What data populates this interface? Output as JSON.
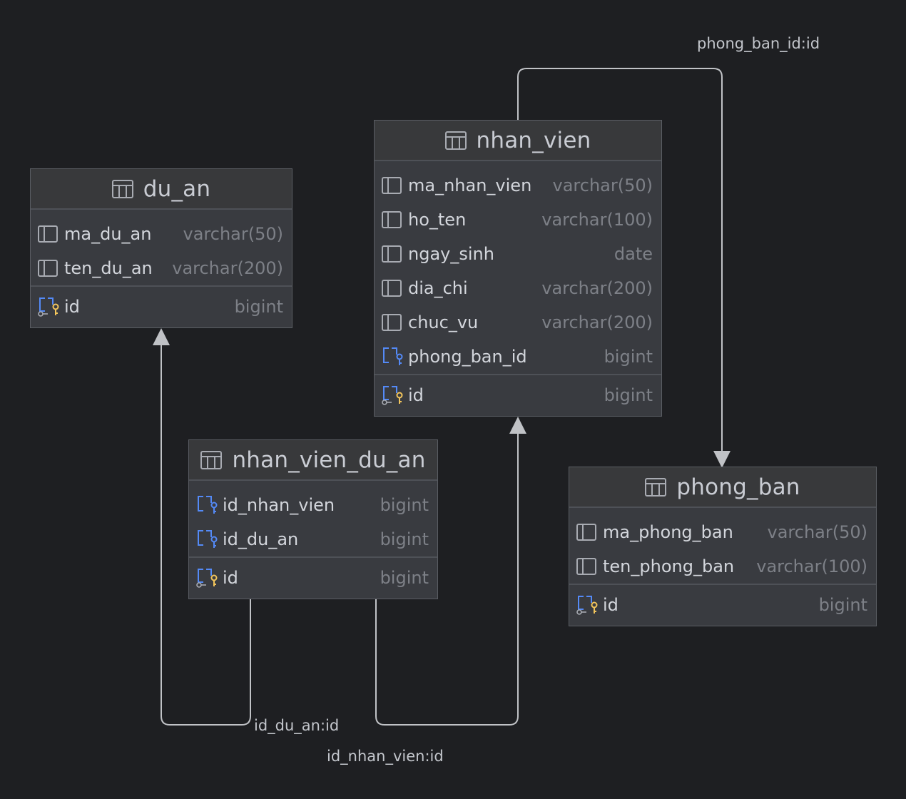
{
  "tables": {
    "du_an": {
      "name": "du_an",
      "columns": [
        {
          "name": "ma_du_an",
          "type": "varchar(50)",
          "kind": "column"
        },
        {
          "name": "ten_du_an",
          "type": "varchar(200)",
          "kind": "column"
        }
      ],
      "pk": {
        "name": "id",
        "type": "bigint"
      }
    },
    "nhan_vien": {
      "name": "nhan_vien",
      "columns": [
        {
          "name": "ma_nhan_vien",
          "type": "varchar(50)",
          "kind": "column"
        },
        {
          "name": "ho_ten",
          "type": "varchar(100)",
          "kind": "column"
        },
        {
          "name": "ngay_sinh",
          "type": "date",
          "kind": "column"
        },
        {
          "name": "dia_chi",
          "type": "varchar(200)",
          "kind": "column"
        },
        {
          "name": "chuc_vu",
          "type": "varchar(200)",
          "kind": "column"
        },
        {
          "name": "phong_ban_id",
          "type": "bigint",
          "kind": "fk"
        }
      ],
      "pk": {
        "name": "id",
        "type": "bigint"
      }
    },
    "nhan_vien_du_an": {
      "name": "nhan_vien_du_an",
      "columns": [
        {
          "name": "id_nhan_vien",
          "type": "bigint",
          "kind": "fk"
        },
        {
          "name": "id_du_an",
          "type": "bigint",
          "kind": "fk"
        }
      ],
      "pk": {
        "name": "id",
        "type": "bigint"
      }
    },
    "phong_ban": {
      "name": "phong_ban",
      "columns": [
        {
          "name": "ma_phong_ban",
          "type": "varchar(50)",
          "kind": "column"
        },
        {
          "name": "ten_phong_ban",
          "type": "varchar(100)",
          "kind": "column"
        }
      ],
      "pk": {
        "name": "id",
        "type": "bigint"
      }
    }
  },
  "edges": {
    "phong_ban": "phong_ban_id:id",
    "du_an": "id_du_an:id",
    "nhan_vien": "id_nhan_vien:id"
  },
  "colors": {
    "background": "#1e1f22",
    "edge": "#c0c2c6",
    "column_icon": "#a8abb2",
    "fk_icon": "#548af7",
    "key_icon": "#f2c55c"
  },
  "icons": {
    "table": "table-grid-icon",
    "column": "column-icon",
    "foreign_key": "foreign-key-icon",
    "primary_key": "primary-key-icon"
  }
}
